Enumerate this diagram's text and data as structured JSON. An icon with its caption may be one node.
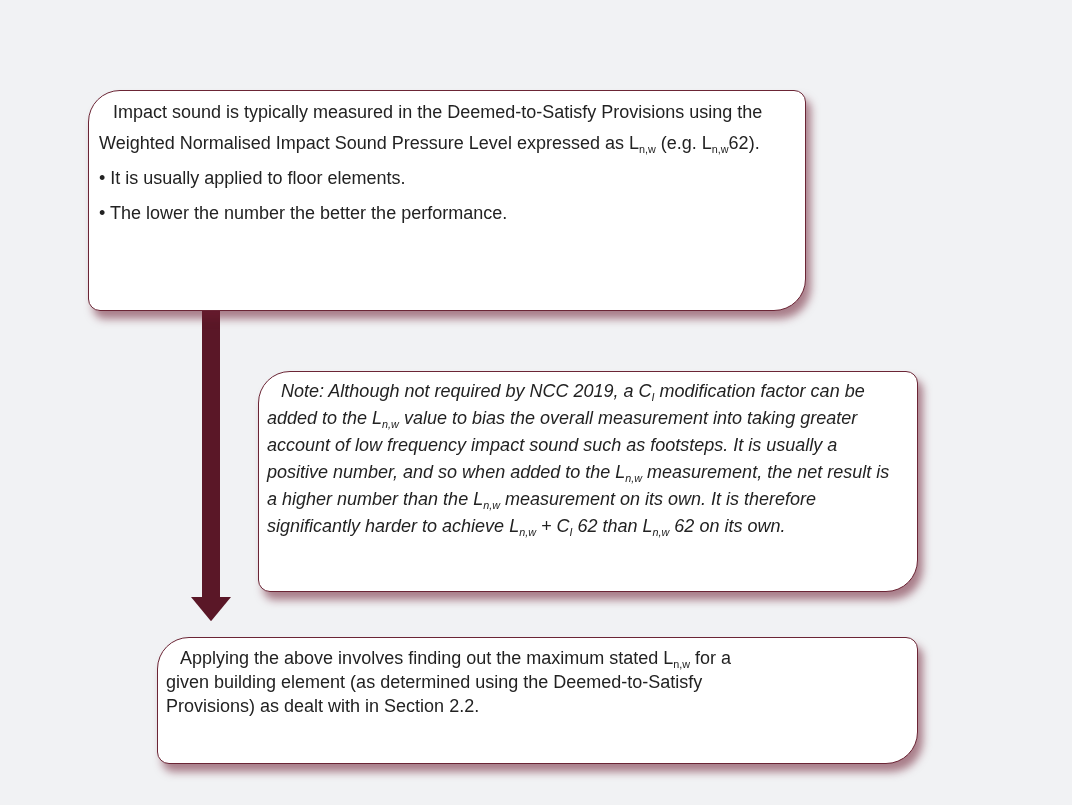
{
  "diagram": {
    "nodes": [
      {
        "text": [
          "Impact sound is typically measured in the Deemed-to-Satisfy Provisions using the Weighted Normalised Impact Sound Pressure Level expressed as L$_{n,w}$ (e.g. L$_{n,w}$62).",
          "• It is usually applied to floor elements.",
          "• The lower the number the better the performance."
        ]
      },
      {
        "text": [
          "Note: Although not required by NCC 2019, a C$_{I}$ modification factor can be added to the L$_{n,w}$ value to bias the overall measurement into taking greater account of low frequency impact sound such as footsteps. It is usually a positive number, and so when added to the L$_{n,w}$ measurement, the net result is a higher number than the L$_{n,w}$ measurement on its own. It is therefore significantly harder to achieve L$_{n,w}$ + C$_{I}$ 62 than L$_{n,w}$ 62 on its own."
        ]
      },
      {
        "text": [
          "Applying the above involves finding out the maximum stated L$_{n,w}$ for a given building element (as determined using the Deemed-to-Satisfy Provisions) as dealt with in Section 2.2."
        ]
      }
    ],
    "edges": [
      {
        "from": 0,
        "to": 2,
        "arrow": "to"
      }
    ]
  }
}
